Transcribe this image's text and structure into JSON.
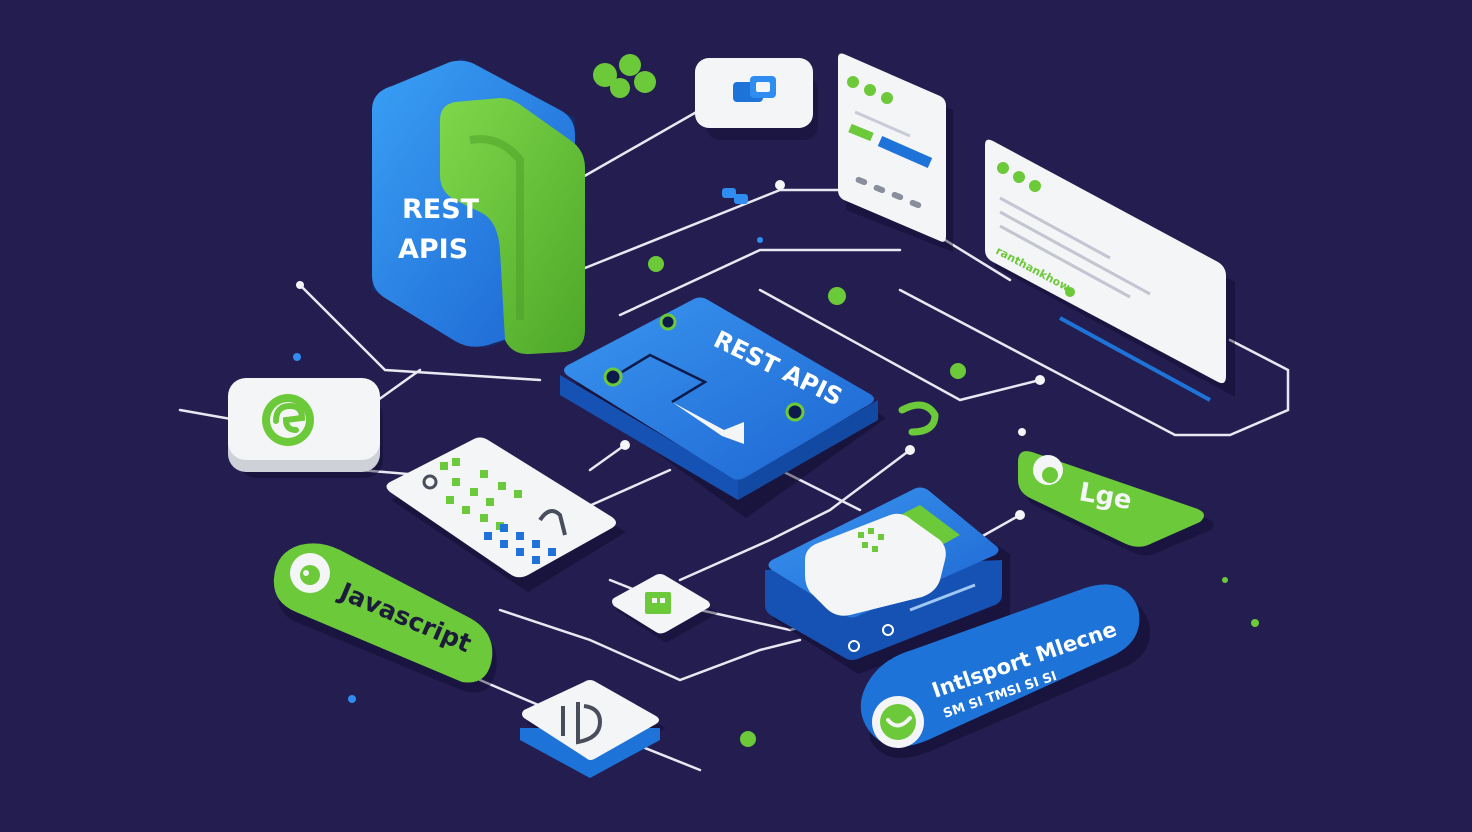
{
  "folder": {
    "line1": "REST",
    "line2": "APIS"
  },
  "hub": {
    "label": "REST APIS"
  },
  "js_pill": {
    "label": "Javascript"
  },
  "green_tag": {
    "label": "Lge"
  },
  "blue_pill": {
    "line1": "Intlsport Mlecne",
    "line2": "SM SI TMSI SI SI"
  },
  "browser_card": {
    "label": "ranthankhow"
  },
  "colors": {
    "background": "#241d4f",
    "blue": "#1e73d8",
    "blue_light": "#2f8cf0",
    "green": "#6cc93a",
    "white": "#f4f5f7",
    "wire": "#e9e8f2"
  }
}
